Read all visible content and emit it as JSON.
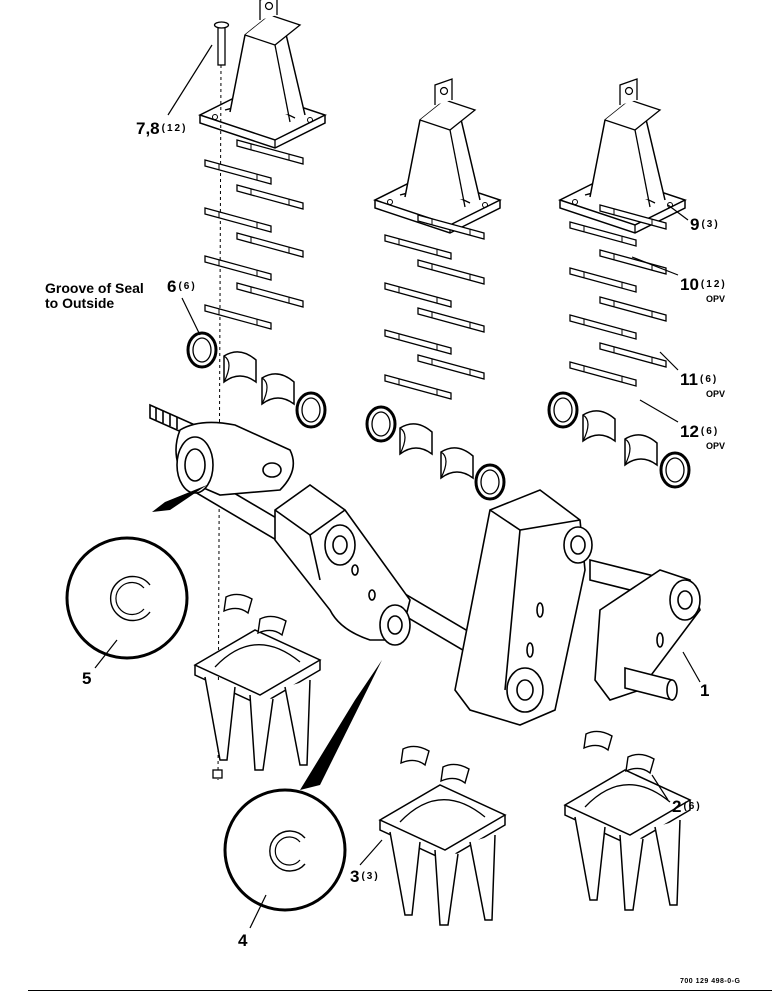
{
  "callouts": [
    {
      "id": "c78",
      "num": "7,8",
      "qty": "(12)"
    },
    {
      "id": "c6",
      "num": "6",
      "qty": "(6)"
    },
    {
      "id": "c9",
      "num": "9",
      "qty": "(3)"
    },
    {
      "id": "c10",
      "num": "10",
      "qty": "(12)",
      "sub": "OPV"
    },
    {
      "id": "c11",
      "num": "11",
      "qty": "(6)",
      "sub": "OPV"
    },
    {
      "id": "c12",
      "num": "12",
      "qty": "(6)",
      "sub": "OPV"
    },
    {
      "id": "c1",
      "num": "1"
    },
    {
      "id": "c2",
      "num": "2",
      "qty": "(6)"
    },
    {
      "id": "c3",
      "num": "3",
      "qty": "(3)"
    },
    {
      "id": "c4",
      "num": "4"
    },
    {
      "id": "c5",
      "num": "5"
    }
  ],
  "note": {
    "line1": "Groove of Seal",
    "line2": "to Outside"
  },
  "part_number": "700 129 498-0-G"
}
